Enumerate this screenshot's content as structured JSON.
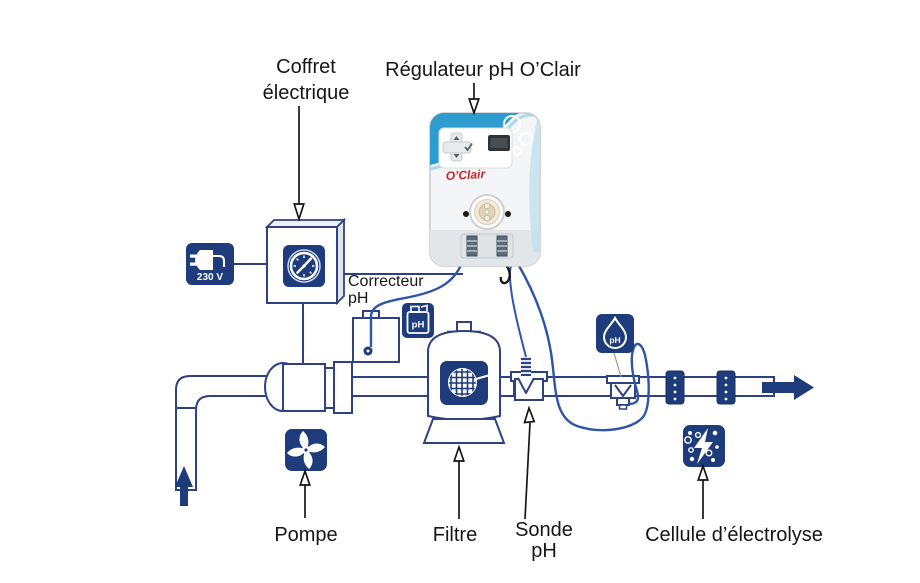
{
  "labels": {
    "coffret_line1": "Coffret",
    "coffret_line2": "électrique",
    "regulateur": "Régulateur pH O’Clair",
    "correcteur_line1": "Correcteur",
    "correcteur_line2": "pH",
    "pompe": "Pompe",
    "filtre": "Filtre",
    "sonde_line1": "Sonde",
    "sonde_line2": "pH",
    "cellule": "Cellule d’électrolyse"
  },
  "badges": {
    "voltage": "230 V"
  },
  "device": {
    "brand": "O’Clair"
  },
  "icon_texts": {
    "jug_ph": "pH",
    "droplet_ph": "pH"
  },
  "icons": {
    "power": "plug-icon",
    "timer_box": "clock-icon",
    "pump": "fan-icon",
    "filter": "sieve-icon",
    "ph_corrector": "ph-jug-icon",
    "ph_measure": "ph-droplet-icon",
    "electrolysis": "electrolysis-icon"
  },
  "colors": {
    "navy": "#1e3c7b",
    "pipe_outline": "#2e4183",
    "tube_blue": "#2d55a8",
    "band_blue": "#2f9cd0",
    "band_light": "#aad9ec",
    "logo_red": "#c8232b",
    "label_text": "#161616"
  }
}
